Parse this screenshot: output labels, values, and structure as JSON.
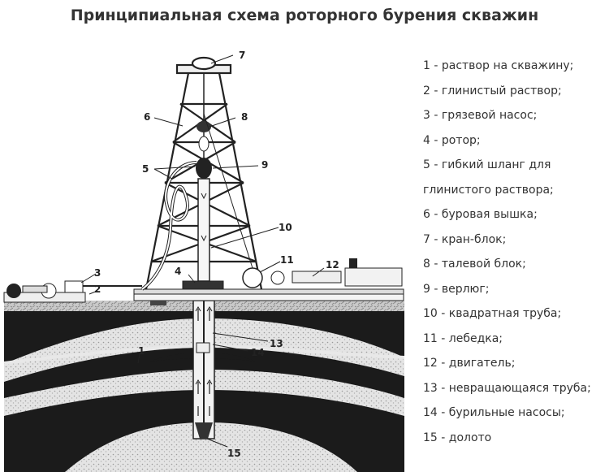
{
  "title": "Принципиальная схема роторного бурения скважин",
  "legend": [
    "1 - раствор на скважину;",
    "2 - глинистый раствор;",
    "3 - грязевой насос;",
    "4 - ротор;",
    "5 - гибкий шланг для",
    "глинистого раствора;",
    "6 - буровая вышка;",
    "7 - кран-блок;",
    "8 - талевой блок;",
    "9 - верлюг;",
    "10 - квадратная труба;",
    "11 - лебедка;",
    "12 - двигатель;",
    "13 - невращающаяся труба;",
    "14 - бурильные насосы;",
    "15 - долото"
  ],
  "callouts": [
    "1",
    "2",
    "3",
    "4",
    "5",
    "6",
    "7",
    "8",
    "9",
    "10",
    "11",
    "12",
    "13",
    "14",
    "15"
  ]
}
